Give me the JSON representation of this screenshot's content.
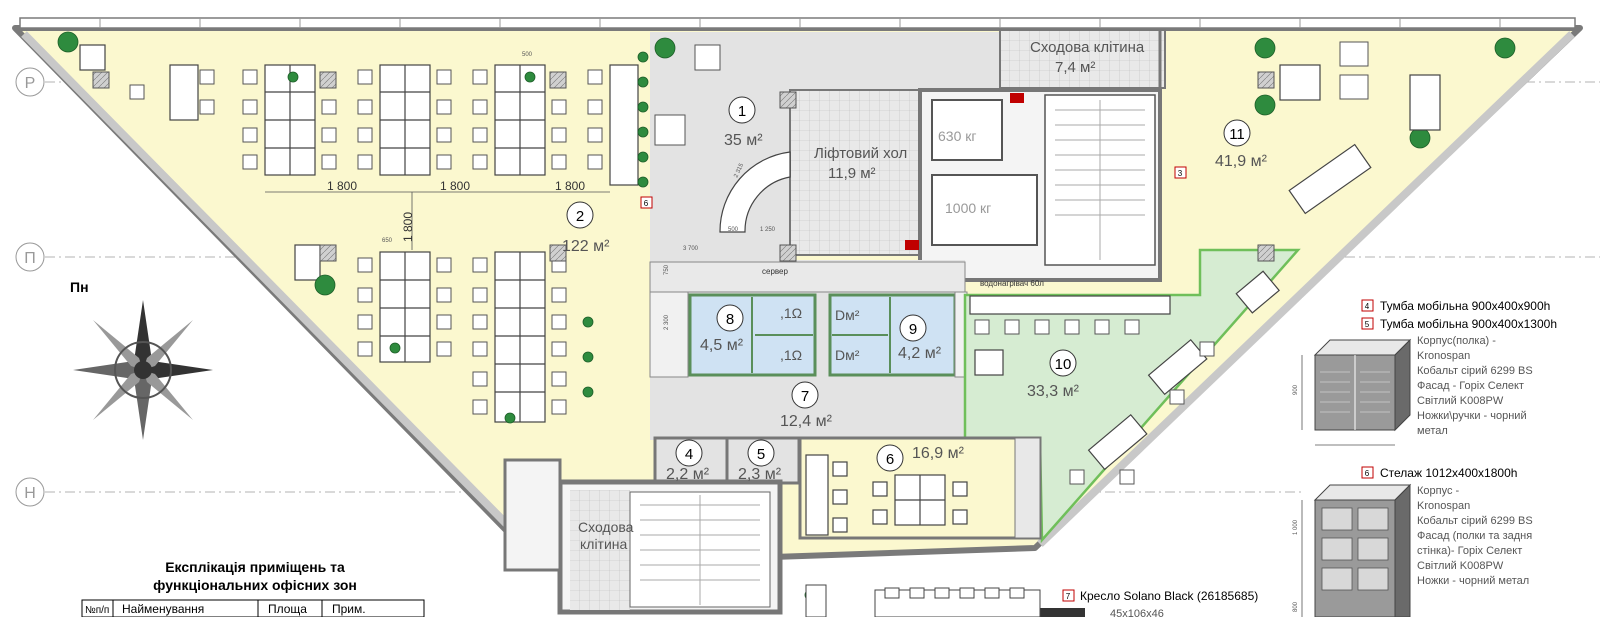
{
  "colors": {
    "zone_yellow": "#fbf8cf",
    "zone_grey": "#e3e3e3",
    "zone_blue": "#cfe2f3",
    "zone_green": "#d6ecd2",
    "zone_green_border": "#6fbf5a",
    "wall": "#808080",
    "accent_red": "#c00000",
    "plant": "#2e8b3e"
  },
  "grid_axes": [
    {
      "label": "Р"
    },
    {
      "label": "П"
    },
    {
      "label": "Н"
    }
  ],
  "compass": {
    "label": "Пн"
  },
  "rooms": [
    {
      "num": "1",
      "area": "35 м²"
    },
    {
      "num": "2",
      "area": "122 м²"
    },
    {
      "num": "4",
      "area": "2,2 м²"
    },
    {
      "num": "5",
      "area": "2,3 м²"
    },
    {
      "num": "6",
      "area": "16,9 м²"
    },
    {
      "num": "7",
      "area": "12,4 м²"
    },
    {
      "num": "8",
      "area": "4,5 м²"
    },
    {
      "num": "9",
      "area": "4,2 м²"
    },
    {
      "num": "10",
      "area": "33,3 м²"
    },
    {
      "num": "11",
      "area": "41,9 м²"
    }
  ],
  "named_rooms": {
    "stair_top": {
      "name": "Сходова клітина",
      "area": "7,4 м²"
    },
    "lift_hall": {
      "name": "Ліфтовий хол",
      "area": "11,9 м²"
    },
    "stair_bottom": {
      "name_line1": "Сходова",
      "name_line2": "клітина"
    }
  },
  "lifts": [
    "630 кг",
    "1000 кг"
  ],
  "small_labels": {
    "server": "сервер",
    "water_heater": "водонагрівач 60л",
    "wc_1": ",1Ω",
    "wc_2": ",1Ω",
    "wc_3": "Dм²",
    "wc_4": "Dм²"
  },
  "dimensions": [
    "1 800",
    "1 800",
    "1 800",
    "1 800"
  ],
  "tiny_dims": [
    "500",
    "650",
    "3 700",
    "2 300",
    "750",
    "2 315",
    "500",
    "1 250",
    "900",
    "900",
    "1 000",
    "800"
  ],
  "tags": [
    "6",
    "3"
  ],
  "legend": [
    {
      "tag": "4",
      "text": "Тумба мобільна 900х400х900h"
    },
    {
      "tag": "5",
      "text": "Тумба мобільна 900х400х1300h"
    }
  ],
  "legend_desc_1": [
    "Корпус(полка) -",
    "Kronospan",
    "Кобальт сірий 6299 BS",
    "Фасад - Горіх Селект",
    "Світлий K008PW",
    "Ножки\\ручки - чорний",
    "метал"
  ],
  "legend_item_6": {
    "tag": "6",
    "text": "Стелаж 1012х400х1800h"
  },
  "legend_desc_2": [
    "Корпус -",
    "Kronospan",
    "Кобальт сірий 6299 BS",
    "Фасад (полки та задня",
    "стінка)- Горіх Селект",
    "Світлий K008PW",
    "Ножки - чорний метал"
  ],
  "legend_item_7": {
    "tag": "7",
    "text": "Кресло Solano Black (26185685)",
    "size": "45х106х46"
  },
  "explication": {
    "title_line1": "Експлікація приміщень та",
    "title_line2": "функціональних офісних зон",
    "headers": [
      "№п/п",
      "Найменування",
      "Площа",
      "Прим."
    ]
  }
}
